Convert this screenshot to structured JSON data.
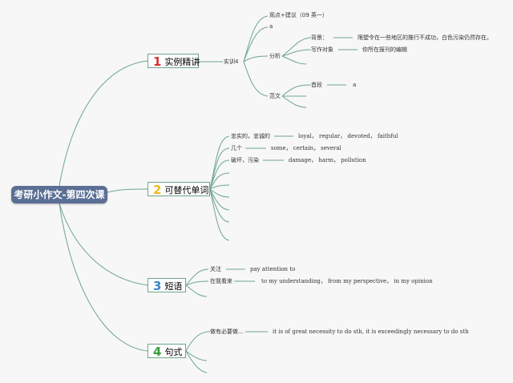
{
  "colors": {
    "line": "#6fa58d",
    "root_bg": "#5b6f95",
    "num1": "#d9302f",
    "num2": "#f2b82a",
    "num3": "#3b86c6",
    "num4": "#3a9a3a"
  },
  "root": "考研小作文-第四次课",
  "branches": [
    {
      "num": "1",
      "label": "实例精讲"
    },
    {
      "num": "2",
      "label": "可替代单词"
    },
    {
      "num": "3",
      "label": "短语"
    },
    {
      "num": "4",
      "label": "句式"
    }
  ],
  "b1": {
    "sub": "实训4",
    "point": "观点+建议（09 英一）",
    "a": "a",
    "analysis": "分析",
    "background": "背景：",
    "background_text": "限塑令在一些地区的推行不成功，白色污染仍然存在。",
    "audience": "写作对象",
    "audience_text": "你所在报刊的编辑",
    "sample": "范文",
    "first_para": "首段",
    "first_para_text": "a"
  },
  "b2": [
    {
      "cn": "忠实的，忠诚的",
      "en": "loyal， regular， devoted， faithful"
    },
    {
      "cn": "几个",
      "en": "some， certain， several"
    },
    {
      "cn": "破坏，污染",
      "en": "damage， harm， pollution"
    }
  ],
  "b3": [
    {
      "cn": "关注",
      "en": "pay attention to"
    },
    {
      "cn": "在我看来",
      "en": "to my understanding， from my perspective， in my opinion"
    }
  ],
  "b4": [
    {
      "cn": "做有必要做…",
      "en": "it is of great necessity to do sth, it is exceedingly necessary to do sth"
    }
  ]
}
